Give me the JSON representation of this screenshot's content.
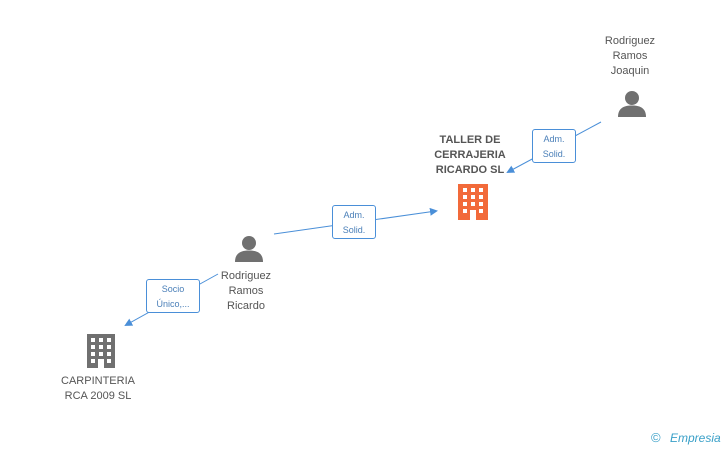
{
  "nodes": {
    "person_joaquin": {
      "name_lines": [
        "Rodriguez",
        "Ramos",
        "Joaquin"
      ],
      "icon": "person-icon",
      "color": "#707070"
    },
    "company_main": {
      "name_lines": [
        "TALLER DE",
        "CERRAJERIA",
        "RICARDO SL"
      ],
      "icon": "building-icon",
      "color": "#f26a3a"
    },
    "person_ricardo": {
      "name_lines": [
        "Rodriguez",
        "Ramos",
        "Ricardo"
      ],
      "icon": "person-icon",
      "color": "#707070"
    },
    "company_carpinteria": {
      "name_lines": [
        "CARPINTERIA",
        "RCA 2009 SL"
      ],
      "icon": "building-icon",
      "color": "#707070"
    }
  },
  "edges": [
    {
      "from": "person_joaquin",
      "to": "company_main",
      "label_lines": [
        "Adm.",
        "Solid."
      ]
    },
    {
      "from": "person_ricardo",
      "to": "company_main",
      "label_lines": [
        "Adm.",
        "Solid."
      ]
    },
    {
      "from": "person_ricardo",
      "to": "company_carpinteria",
      "label_lines": [
        "Socio",
        "Único,..."
      ]
    }
  ],
  "colors": {
    "edge": "#4a8fd8",
    "edge_label_text": "#4a7fb8"
  },
  "footer": {
    "copyright_symbol": "©",
    "brand": "Empresia"
  }
}
